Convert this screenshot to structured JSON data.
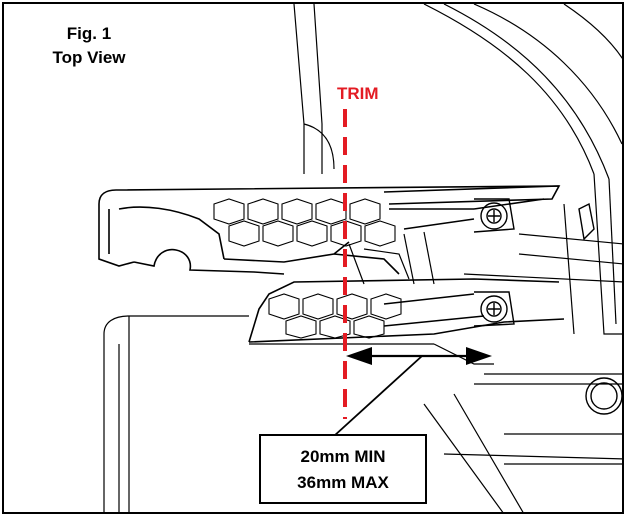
{
  "figure": {
    "number": "Fig. 1",
    "view": "Top View"
  },
  "trim_label": "TRIM",
  "spec": {
    "min": "20mm MIN",
    "max": "36mm MAX"
  },
  "colors": {
    "trim_line": "#e31b23",
    "outline": "#000000",
    "background": "#ffffff"
  }
}
